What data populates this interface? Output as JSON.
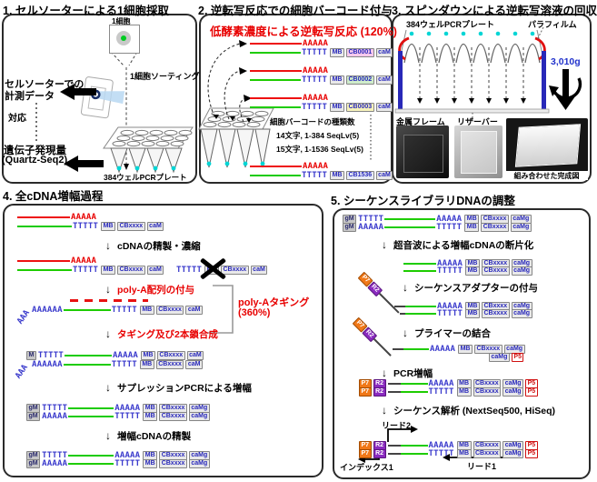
{
  "icons": {
    "down_arrow": "↓"
  },
  "colors": {
    "strand_red": "#ee1111",
    "strand_green": "#1ecc00",
    "seq_blue": "#3a3acc",
    "seq_red": "#e80000",
    "well_cyan": "#00d5d5",
    "frame_blue": "#2828b8",
    "gforce_blue": "#2233cc",
    "cb0001_bg": "#f6c9ec",
    "cb0002_bg": "#cfeccb",
    "cb0003_bg": "#f6f2bb",
    "cb1536_bg": "#e6eaf6",
    "adapter_orange": "#f07818",
    "adapter_purple": "#8a2bbf",
    "p5_red": "#d01010"
  },
  "seq": {
    "polyA": "AAAAA",
    "polyA6": "AAAAAA",
    "polyT": "TTTTT",
    "tail": "AAA",
    "mb": "MB",
    "cbx": "CBxxxx",
    "cam": "caM",
    "camg": "caMg",
    "m": "M",
    "gm": "gM",
    "p7": "P7",
    "r2": "R2",
    "p5": "P5"
  },
  "panel1": {
    "title": "1. セルソーターによる1細胞採取",
    "cell_label": "1細胞",
    "sorting_label": "1細胞ソーティング",
    "sorter_line1": "セルソーターでの",
    "sorter_line2": "計測データ",
    "mapping_label": "対応",
    "expr_line1": "遺伝子発現量",
    "expr_line2": "(Quartz-Seq2)",
    "plate_label": "384ウェルPCRプレート"
  },
  "panel2": {
    "title": "2. 逆転写反応での細胞バーコード付与",
    "headline": "低酵素濃度による逆転写反応 (120%)",
    "barcodes": [
      "CB0001",
      "CB0002",
      "CB0003",
      "CB1536"
    ],
    "barcode_heading": "細胞バーコードの種類数",
    "barcode_line1": "14文字, 1-384 SeqLv(5)",
    "barcode_line2": "15文字, 1-1536 SeqLv(5)"
  },
  "panel3": {
    "title": "3. スピンダウンによる逆転写溶液の回収",
    "plate_label": "384ウェルPCRプレート",
    "parafilm_label": "パラフィルム",
    "gforce": "3,010g",
    "frame_label": "金属フレーム",
    "reservoir_label": "リザーバー",
    "assembled_label": "組み合わせた完成図"
  },
  "panel4": {
    "title": "4. 全cDNA増幅過程",
    "steps": [
      "cDNAの精製・濃縮",
      "poly-A配列の付与",
      "タギング及び2本鎖合成",
      "サプレッションPCRによる増幅",
      "増幅cDNAの精製"
    ],
    "polya_label": "poly-Aタギング",
    "polya_pct": "(360%)"
  },
  "panel5": {
    "title": "5. シーケンスライブラリDNAの調整",
    "steps": [
      "超音波による増幅cDNAの断片化",
      "シーケンスアダプターの付与",
      "プライマーの結合",
      "PCR増幅",
      "シーケンス解析 (NextSeq500, HiSeq)"
    ],
    "read2": "リード2",
    "index1": "インデックス1",
    "read1": "リード1"
  }
}
